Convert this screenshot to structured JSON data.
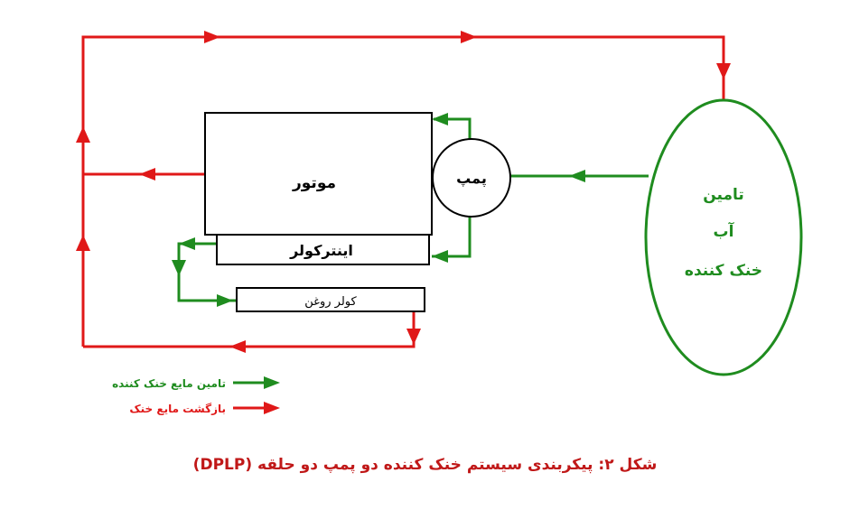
{
  "colors": {
    "supply": "#1f8c1f",
    "return": "#e01818",
    "caption": "#c01818",
    "box_stroke": "#000000"
  },
  "labels": {
    "motor": "موتور",
    "pump": "پمپ",
    "intercooler": "اینترکولر",
    "oil_cooler": "کولر روغن",
    "supply_line1": "تامین",
    "supply_line2": "آب",
    "supply_line3": "خنک کننده"
  },
  "legend": {
    "supply": "تامین مایع خنک کننده",
    "return": "بازگشت مایع خنک"
  },
  "caption": "شکل ۲: پیکربندی سیستم خنک کننده دو پمپ دو حلقه (DPLP)"
}
